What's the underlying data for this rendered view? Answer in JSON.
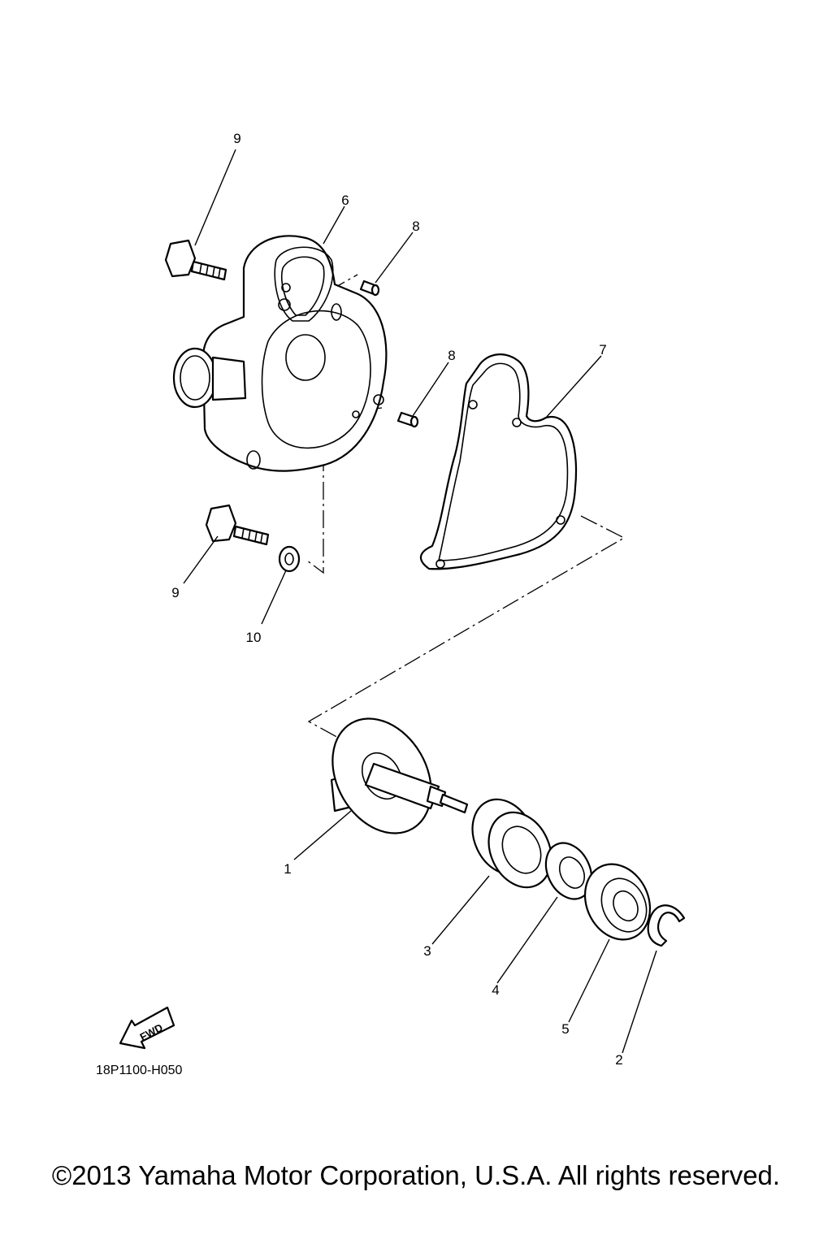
{
  "parts": [
    {
      "callout": "1"
    },
    {
      "callout": "2"
    },
    {
      "callout": "3"
    },
    {
      "callout": "4"
    },
    {
      "callout": "5"
    },
    {
      "callout": "6"
    },
    {
      "callout": "7"
    },
    {
      "callout": "8"
    },
    {
      "callout": "8"
    },
    {
      "callout": "9"
    },
    {
      "callout": "9"
    },
    {
      "callout": "10"
    }
  ],
  "fwd_label": "FWD",
  "diagram_code": "18P1100-H050",
  "copyright": "©2013 Yamaha Motor Corporation, U.S.A. All rights reserved."
}
